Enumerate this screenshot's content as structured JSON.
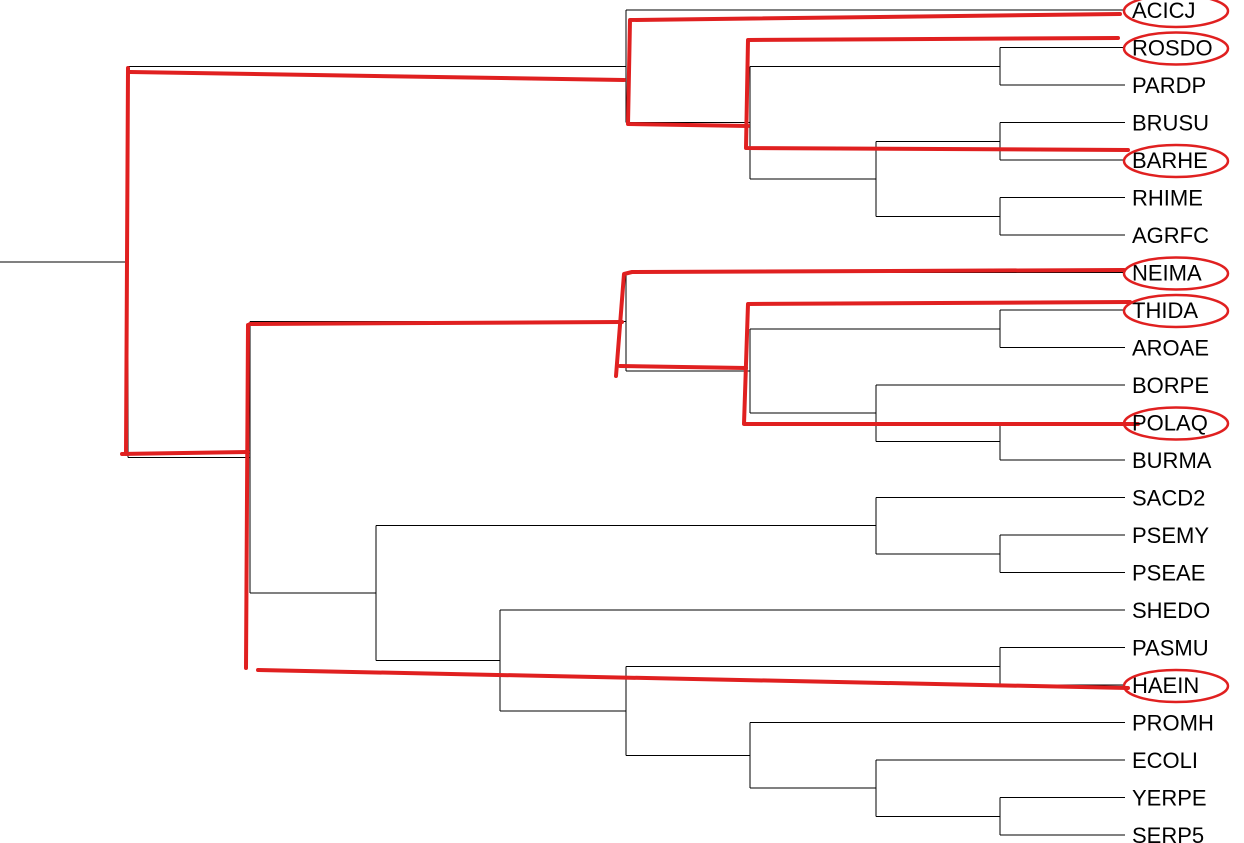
{
  "tree": {
    "leaves": [
      "ACICJ",
      "ROSDO",
      "PARDP",
      "BRUSU",
      "BARHE",
      "RHIME",
      "AGRFC",
      "NEIMA",
      "THIDA",
      "AROAE",
      "BORPE",
      "POLAQ",
      "BURMA",
      "SACD2",
      "PSEMY",
      "PSEAE",
      "SHEDO",
      "PASMU",
      "HAEIN",
      "PROMH",
      "ECOLI",
      "YERPE",
      "SERP5"
    ],
    "highlighted_leaves": [
      "ACICJ",
      "ROSDO",
      "BARHE",
      "NEIMA",
      "THIDA",
      "POLAQ",
      "HAEIN"
    ]
  },
  "colors": {
    "branch": "#000000",
    "annotation": "#e02020",
    "background": "#ffffff"
  }
}
